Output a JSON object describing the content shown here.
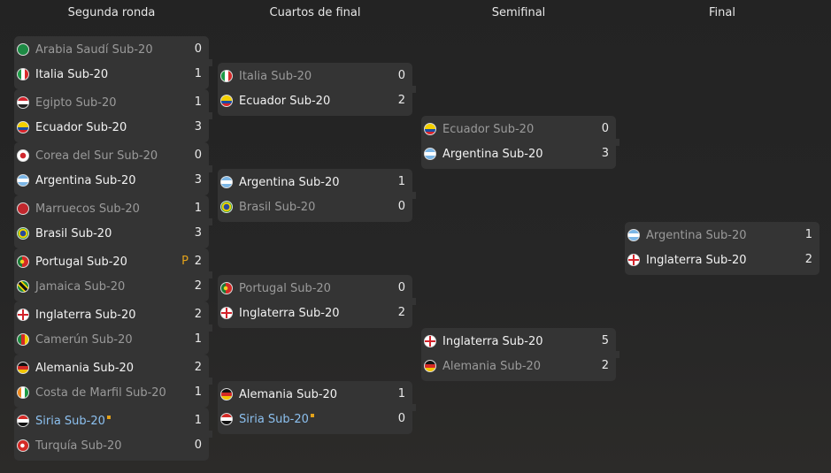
{
  "rounds": [
    {
      "title": "Segunda ronda",
      "matches": [
        {
          "home": {
            "name": "Arabia Saudí Sub-20",
            "score": "0",
            "flag": "saudi-arabia"
          },
          "away": {
            "name": "Italia Sub-20",
            "score": "1",
            "flag": "italy"
          },
          "winner": "away"
        },
        {
          "home": {
            "name": "Egipto Sub-20",
            "score": "1",
            "flag": "egypt"
          },
          "away": {
            "name": "Ecuador Sub-20",
            "score": "3",
            "flag": "ecuador"
          },
          "winner": "away"
        },
        {
          "home": {
            "name": "Corea del Sur Sub-20",
            "score": "0",
            "flag": "south-korea"
          },
          "away": {
            "name": "Argentina Sub-20",
            "score": "3",
            "flag": "argentina"
          },
          "winner": "away"
        },
        {
          "home": {
            "name": "Marruecos Sub-20",
            "score": "1",
            "flag": "morocco"
          },
          "away": {
            "name": "Brasil Sub-20",
            "score": "3",
            "flag": "brazil"
          },
          "winner": "away"
        },
        {
          "home": {
            "name": "Portugal Sub-20",
            "score": "2",
            "penalty": "P",
            "flag": "portugal"
          },
          "away": {
            "name": "Jamaica Sub-20",
            "score": "2",
            "flag": "jamaica"
          },
          "winner": "home"
        },
        {
          "home": {
            "name": "Inglaterra Sub-20",
            "score": "2",
            "flag": "england"
          },
          "away": {
            "name": "Camerún Sub-20",
            "score": "1",
            "flag": "cameroon"
          },
          "winner": "home"
        },
        {
          "home": {
            "name": "Alemania Sub-20",
            "score": "2",
            "flag": "germany"
          },
          "away": {
            "name": "Costa de Marfil Sub-20",
            "score": "1",
            "flag": "ivory-coast"
          },
          "winner": "home"
        },
        {
          "home": {
            "name": "Siria Sub-20",
            "score": "1",
            "flag": "syria",
            "user": true
          },
          "away": {
            "name": "Turquía Sub-20",
            "score": "0",
            "flag": "turkey"
          },
          "winner": "home"
        }
      ]
    },
    {
      "title": "Cuartos de final",
      "matches": [
        {
          "home": {
            "name": "Italia Sub-20",
            "score": "0",
            "flag": "italy"
          },
          "away": {
            "name": "Ecuador Sub-20",
            "score": "2",
            "flag": "ecuador"
          },
          "winner": "away"
        },
        {
          "home": {
            "name": "Argentina Sub-20",
            "score": "1",
            "flag": "argentina"
          },
          "away": {
            "name": "Brasil Sub-20",
            "score": "0",
            "flag": "brazil"
          },
          "winner": "home"
        },
        {
          "home": {
            "name": "Portugal Sub-20",
            "score": "0",
            "flag": "portugal"
          },
          "away": {
            "name": "Inglaterra Sub-20",
            "score": "2",
            "flag": "england"
          },
          "winner": "away"
        },
        {
          "home": {
            "name": "Alemania Sub-20",
            "score": "1",
            "flag": "germany"
          },
          "away": {
            "name": "Siria Sub-20",
            "score": "0",
            "flag": "syria",
            "user": true
          },
          "winner": "home"
        }
      ]
    },
    {
      "title": "Semifinal",
      "matches": [
        {
          "home": {
            "name": "Ecuador Sub-20",
            "score": "0",
            "flag": "ecuador"
          },
          "away": {
            "name": "Argentina Sub-20",
            "score": "3",
            "flag": "argentina"
          },
          "winner": "away"
        },
        {
          "home": {
            "name": "Inglaterra Sub-20",
            "score": "5",
            "flag": "england"
          },
          "away": {
            "name": "Alemania Sub-20",
            "score": "2",
            "flag": "germany"
          },
          "winner": "home"
        }
      ]
    },
    {
      "title": "Final",
      "matches": [
        {
          "home": {
            "name": "Argentina Sub-20",
            "score": "1",
            "flag": "argentina"
          },
          "away": {
            "name": "Inglaterra Sub-20",
            "score": "2",
            "flag": "england"
          },
          "winner": "away"
        }
      ]
    }
  ],
  "colors": {
    "background": "#262626",
    "card": "#343434",
    "winner_text": "#f2f2f2",
    "loser_text": "#9a9a9a",
    "user_team": "#8cc0ef",
    "accent": "#e3a21a"
  }
}
